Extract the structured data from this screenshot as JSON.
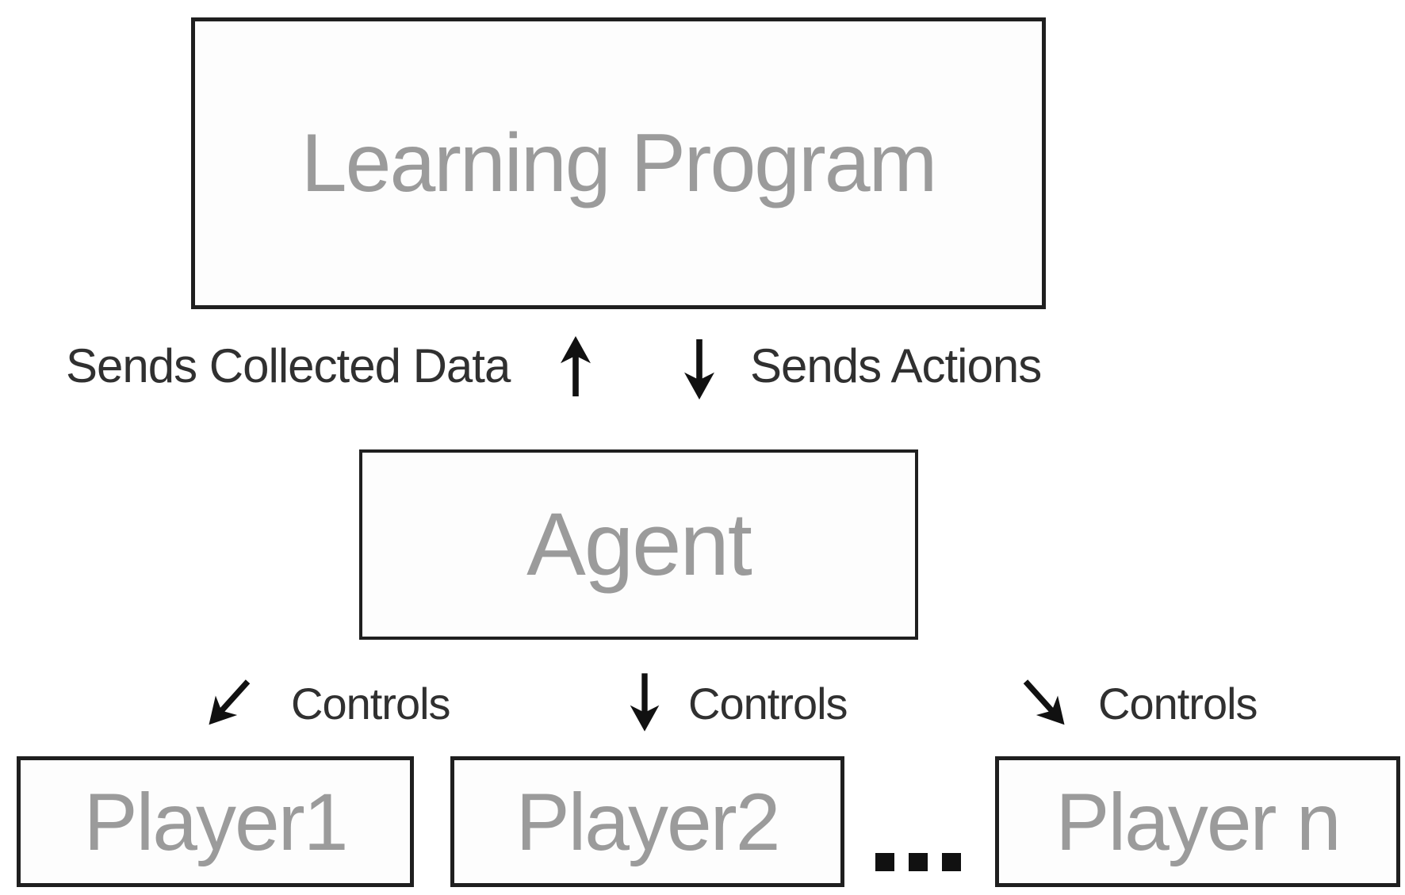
{
  "colors": {
    "background": "#ffffff",
    "box_border": "#1f1f1f",
    "box_fill": "#fdfdfd",
    "node_text": "#9b9b9b",
    "edge_text": "#303030",
    "arrow": "#111111"
  },
  "nodes": {
    "learning_program": {
      "label": "Learning Program"
    },
    "agent": {
      "label": "Agent"
    },
    "player1": {
      "label": "Player1"
    },
    "player2": {
      "label": "Player2"
    },
    "player_n": {
      "label": "Player n"
    }
  },
  "edges": {
    "sends_collected_data": {
      "label": "Sends Collected Data",
      "icon": "arrow-up-icon"
    },
    "sends_actions": {
      "label": "Sends Actions",
      "icon": "arrow-down-icon"
    },
    "controls_player1": {
      "label": "Controls",
      "icon": "arrow-down-left-icon"
    },
    "controls_player2": {
      "label": "Controls",
      "icon": "arrow-down-icon"
    },
    "controls_player_n": {
      "label": "Controls",
      "icon": "arrow-down-right-icon"
    }
  },
  "ellipsis": {
    "label": "..."
  }
}
